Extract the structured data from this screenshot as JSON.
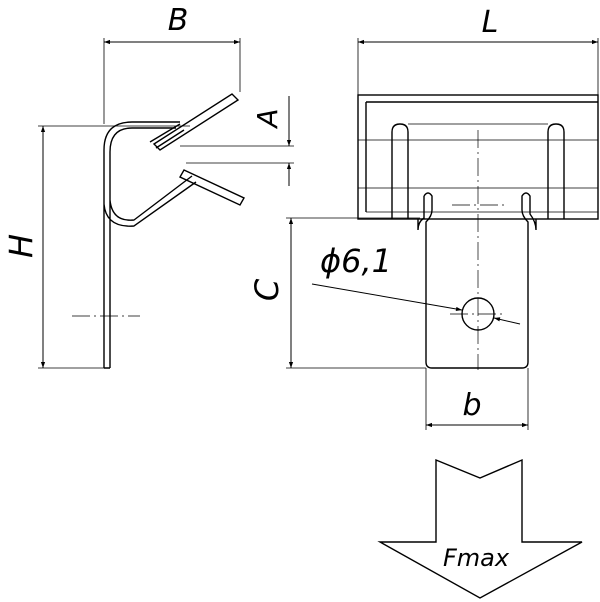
{
  "dimensions": {
    "B": "B",
    "L": "L",
    "A": "A",
    "H": "H",
    "C": "C",
    "b": "b",
    "hole_diameter": "ϕ6,1"
  },
  "force_label": "Fmax",
  "line_color": "#000000",
  "background_color": "#ffffff"
}
